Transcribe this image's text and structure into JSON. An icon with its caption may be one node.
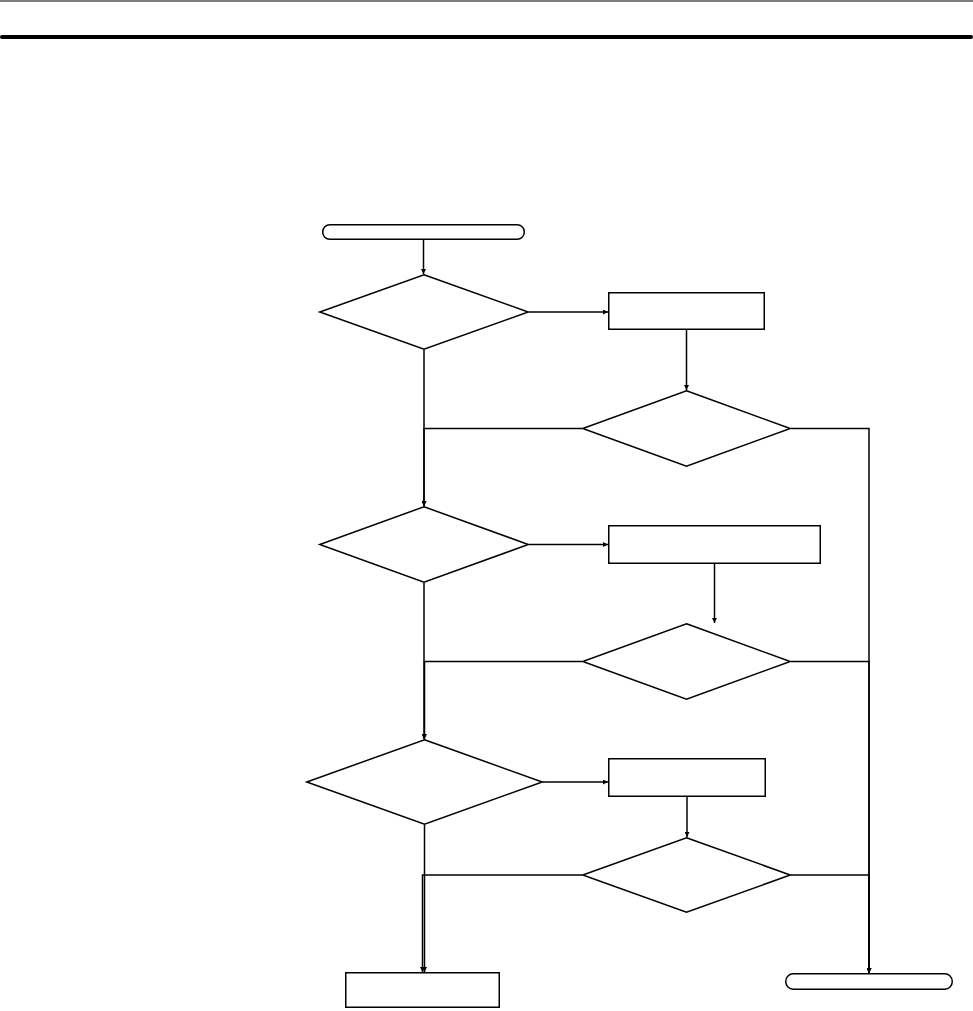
{
  "diagram": {
    "nodes": [
      {
        "text": [],
        "shape": "terminal"
      },
      {
        "text": [],
        "shape": "diamond"
      },
      {
        "text": [],
        "shape": "box"
      },
      {
        "text": [],
        "shape": "diamond"
      },
      {
        "text": [],
        "shape": "diamond"
      },
      {
        "text": [],
        "shape": "box"
      },
      {
        "text": [],
        "shape": "diamond"
      },
      {
        "text": [],
        "shape": "diamond"
      },
      {
        "text": [],
        "shape": "box"
      },
      {
        "text": [],
        "shape": "diamond"
      },
      {
        "text": [],
        "shape": "box"
      },
      {
        "text": [],
        "shape": "terminal"
      }
    ],
    "edges": [
      {
        "from": 0,
        "to": 1,
        "arrow": "to"
      },
      {
        "from": 1,
        "to": 2,
        "arrow": "to"
      },
      {
        "from": 2,
        "to": 3,
        "arrow": "to"
      },
      {
        "from": 1,
        "to": 4,
        "arrow": "to"
      },
      {
        "from": 3,
        "to": 4,
        "arrow": "to"
      },
      {
        "from": 4,
        "to": 5,
        "arrow": "to"
      },
      {
        "from": 5,
        "to": 6,
        "arrow": "to"
      },
      {
        "from": 4,
        "to": 7,
        "arrow": "to"
      },
      {
        "from": 6,
        "to": 7,
        "arrow": "to"
      },
      {
        "from": 7,
        "to": 8,
        "arrow": "to"
      },
      {
        "from": 8,
        "to": 9,
        "arrow": "to"
      },
      {
        "from": 7,
        "to": 10,
        "arrow": "to"
      },
      {
        "from": 9,
        "to": 10,
        "arrow": "to"
      },
      {
        "from": 3,
        "to": 11,
        "arrow": "to"
      },
      {
        "from": 6,
        "to": 11,
        "arrow": "to"
      },
      {
        "from": 9,
        "to": 11,
        "arrow": "to"
      }
    ]
  }
}
